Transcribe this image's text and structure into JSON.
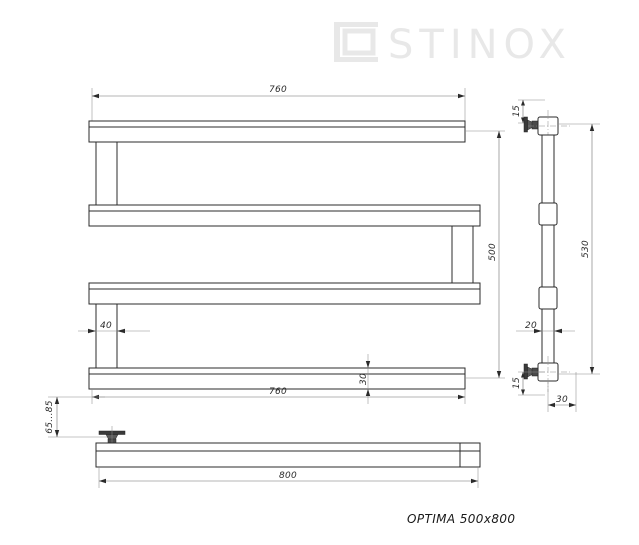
{
  "document": {
    "type": "technical-drawing",
    "title_label": "OPTIMA 500x800"
  },
  "brand": {
    "logo_text": "STINOX",
    "logo_mark": "square-bracket-icon",
    "logo_color": "#e8e8e8"
  },
  "colors": {
    "line": "#2b2b2b",
    "thin_line": "#6d6d6d",
    "background": "#ffffff",
    "heavy": "#111111"
  },
  "front_view": {
    "name": "front-elevation",
    "dimensions": {
      "top_width": "760",
      "bottom_rail_width": "760",
      "overall_width": "800",
      "height_500": "500",
      "spacing_40": "40",
      "bar_thickness_30": "30",
      "mount_offset": "65...85"
    }
  },
  "side_view": {
    "name": "side-elevation",
    "dimensions": {
      "height_530": "530",
      "top_offset_15": "15",
      "bottom_offset_15": "15",
      "tube_width_20": "20",
      "bracket_depth_30": "30"
    }
  },
  "units": "mm"
}
